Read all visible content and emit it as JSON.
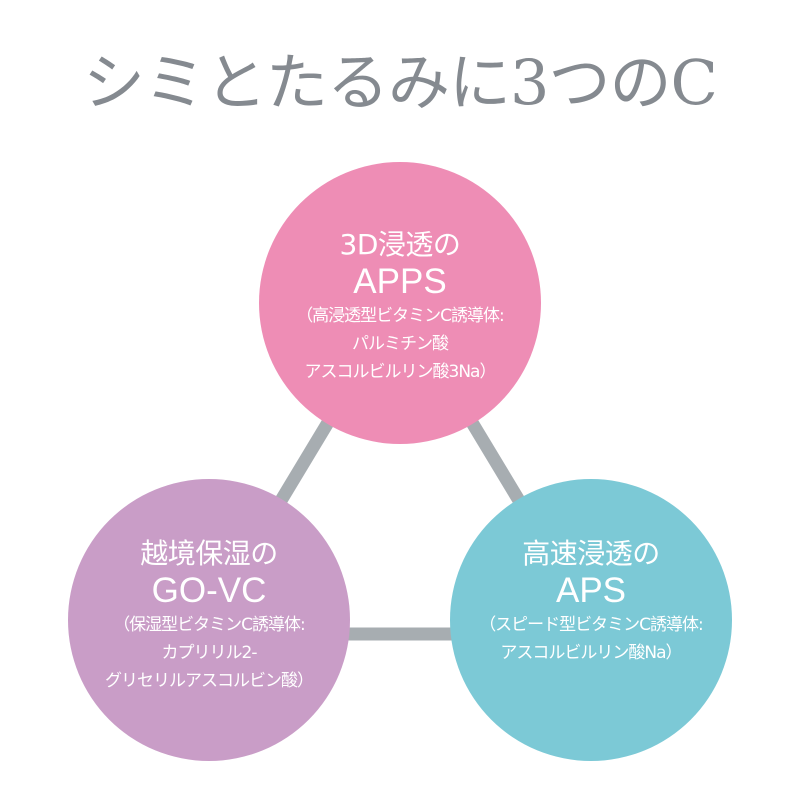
{
  "title": "シミとたるみに3つのC",
  "colors": {
    "title": "#858a90",
    "connector": "#a7adb1",
    "top_circle": "#ee8db5",
    "left_circle": "#c99dc7",
    "right_circle": "#7cc9d6",
    "circle_text": "#ffffff"
  },
  "circles": {
    "top": {
      "heading": "3D浸透の",
      "acronym": "APPS",
      "detail": [
        "（高浸透型ビタミンC誘導体:",
        "パルミチン酸",
        "アスコルビルリン酸3Na）"
      ]
    },
    "left": {
      "heading": "越境保湿の",
      "acronym": "GO-VC",
      "detail": [
        "（保湿型ビタミンC誘導体:",
        "カプリリル2-",
        "グリセリルアスコルビン酸）"
      ]
    },
    "right": {
      "heading": "高速浸透の",
      "acronym": "APS",
      "detail": [
        "（スピード型ビタミンC誘導体:",
        "アスコルビルリン酸Na）"
      ]
    }
  }
}
